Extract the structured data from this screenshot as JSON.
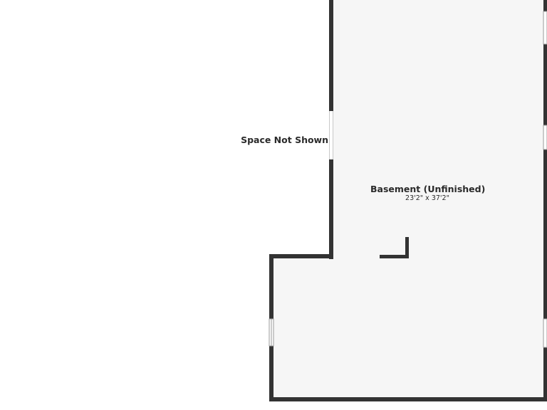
{
  "colors": {
    "wall": "#333333",
    "floor": "#f6f6f6",
    "background": "#ffffff",
    "window": "#ffffff",
    "window_stroke": "#9a9a9a"
  },
  "labels": {
    "space_not_shown": "Space Not Shown"
  },
  "rooms": [
    {
      "name": "Basement (Unfinished)",
      "dimensions": "23'2\" x 37'2\""
    }
  ]
}
